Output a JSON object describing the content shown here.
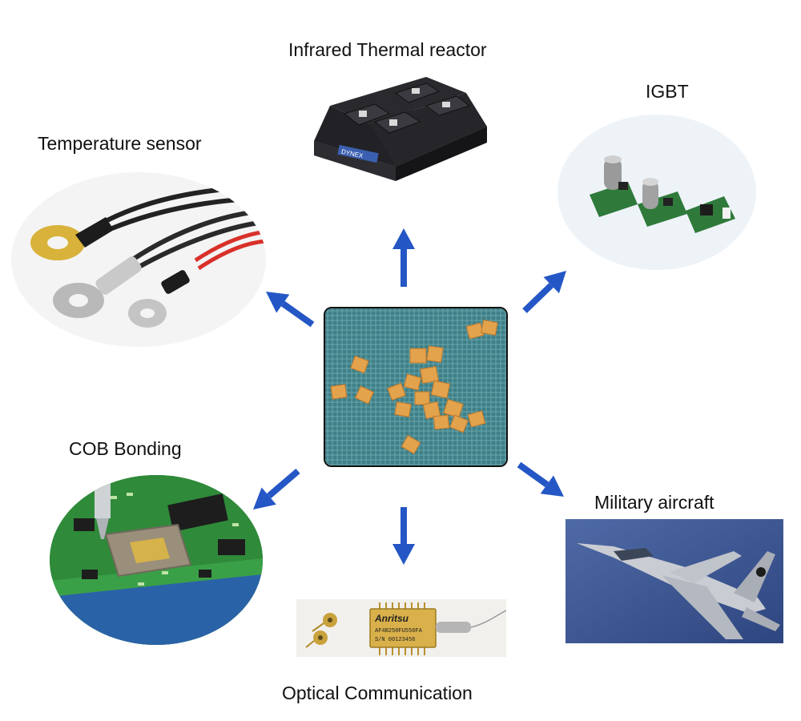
{
  "center": {
    "icon": "chip-array-image"
  },
  "apps": {
    "infrared": {
      "label": "Infrared Thermal reactor",
      "icon": "power-module-image",
      "brand": "DYNEX"
    },
    "igbt": {
      "label": "IGBT",
      "icon": "sensor-boards-image"
    },
    "temperature": {
      "label": "Temperature sensor",
      "icon": "ring-terminal-sensors-image"
    },
    "cob": {
      "label": "COB Bonding",
      "icon": "circuit-board-image"
    },
    "military": {
      "label": "Military aircraft",
      "icon": "jet-image"
    },
    "optical": {
      "label": "Optical Communication",
      "icon": "laser-module-image",
      "module_text": [
        "Anritsu",
        "AF4B250FU550FA",
        "S/N 00123456"
      ]
    }
  },
  "colors": {
    "arrow": "#2457c5",
    "chip": "#e3a24c",
    "cloth": "#4a8a92",
    "board": "#2f8a3a",
    "sky": "#3e5a96"
  }
}
